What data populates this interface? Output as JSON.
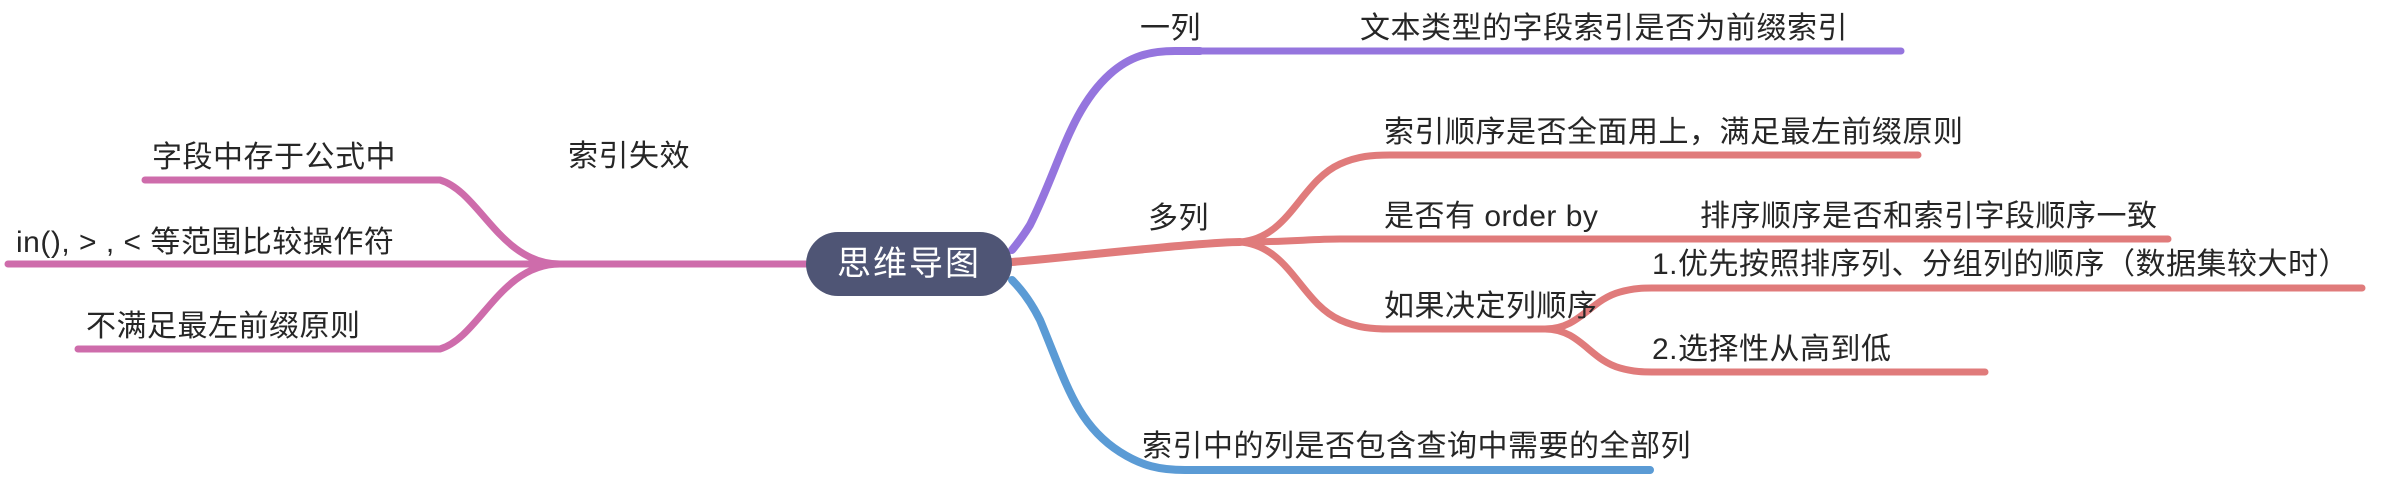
{
  "diagram": {
    "title": "思维导图",
    "type": "mindmap",
    "background_color": "#ffffff",
    "text_color": "#262626"
  },
  "central": {
    "label": "思维导图",
    "fill_color": "#4f5575",
    "text_color": "#ffffff"
  },
  "branches": {
    "left_pink": {
      "color": "#ce6cab",
      "parent": {
        "label": "索引失效"
      },
      "children": [
        {
          "label": "字段中存于公式中"
        },
        {
          "label": "in(), > , < 等范围比较操作符"
        },
        {
          "label": "不满足最左前缀原则"
        }
      ]
    },
    "right_purple": {
      "color": "#9575de",
      "parent": {
        "label": "一列"
      },
      "children": [
        {
          "label": "文本类型的字段索引是否为前缀索引"
        }
      ]
    },
    "right_red": {
      "color": "#e07b7b",
      "parent": {
        "label": "多列"
      },
      "children": [
        {
          "label": "索引顺序是否全面用上，满足最左前缀原则"
        },
        {
          "label": "是否有 order by"
        },
        {
          "label": "如果决定列顺序"
        }
      ],
      "grandchildren": [
        {
          "label": "排序顺序是否和索引字段顺序一致"
        },
        {
          "label": "1.优先按照排序列、分组列的顺序（数据集较大时）"
        },
        {
          "label": "2.选择性从高到低"
        }
      ]
    },
    "right_blue": {
      "color": "#5b9bd5",
      "children": [
        {
          "label": "索引中的列是否包含查询中需要的全部列"
        }
      ]
    }
  }
}
